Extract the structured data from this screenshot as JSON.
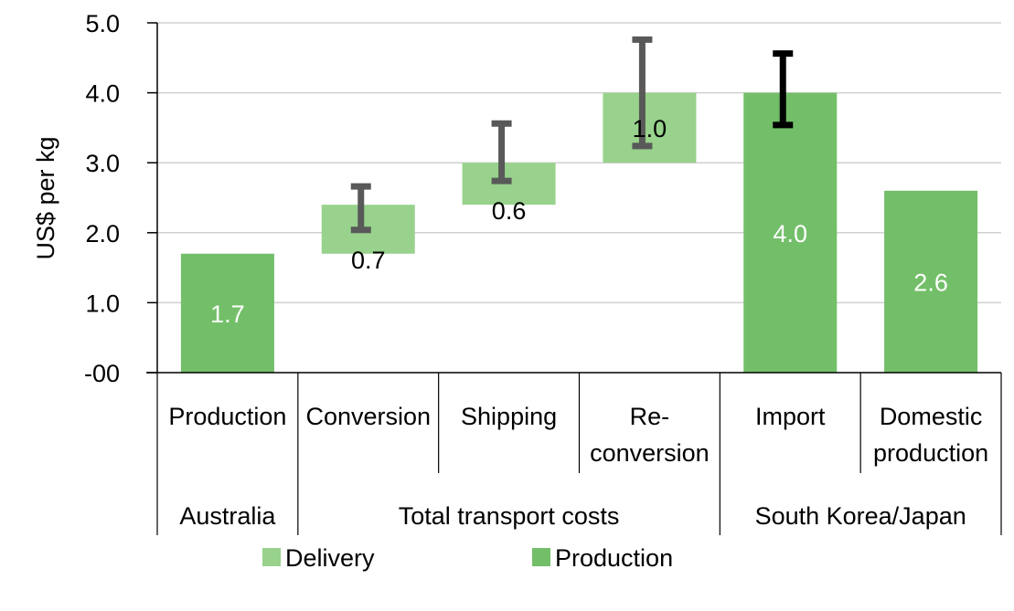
{
  "chart_data": {
    "type": "bar",
    "subtype": "waterfall-stacked",
    "title": "",
    "xlabel": "",
    "ylabel": "US$ per kg",
    "ylim": [
      0,
      5.0
    ],
    "yticks": [
      0,
      1.0,
      2.0,
      3.0,
      4.0,
      5.0
    ],
    "ytick_labels": [
      "-00",
      "1.0",
      "2.0",
      "3.0",
      "4.0",
      "5.0"
    ],
    "grid": true,
    "categories": [
      "Production",
      "Conversion",
      "Shipping",
      "Re-\nconversion",
      "Import",
      "Domestic\nproduction"
    ],
    "groups": [
      {
        "label": "Australia",
        "span": 1
      },
      {
        "label": "Total transport costs",
        "span": 3
      },
      {
        "label": "South Korea/Japan",
        "span": 2
      }
    ],
    "bars": [
      {
        "category": "Production",
        "series": "Production",
        "base": 0,
        "value": 1.7,
        "label": "1.7",
        "label_pos": "inside",
        "error": null
      },
      {
        "category": "Conversion",
        "series": "Delivery",
        "base": 1.7,
        "value": 0.7,
        "label": "0.7",
        "label_pos": "below-top",
        "error": [
          2.0,
          2.7
        ]
      },
      {
        "category": "Shipping",
        "series": "Delivery",
        "base": 2.4,
        "value": 0.6,
        "label": "0.6",
        "label_pos": "below-top",
        "error": [
          2.7,
          3.6
        ]
      },
      {
        "category": "Re-conversion",
        "series": "Delivery",
        "base": 3.0,
        "value": 1.0,
        "label": "1.0",
        "label_pos": "inside",
        "error": [
          3.2,
          4.8
        ]
      },
      {
        "category": "Import",
        "series": "Production",
        "base": 0,
        "value": 4.0,
        "label": "4.0",
        "label_pos": "inside",
        "error": [
          3.5,
          4.6
        ]
      },
      {
        "category": "Domestic production",
        "series": "Production",
        "base": 0,
        "value": 2.6,
        "label": "2.6",
        "label_pos": "inside",
        "error": null
      }
    ],
    "legend": {
      "position": "bottom",
      "entries": [
        {
          "name": "Delivery",
          "color": "#98d28c"
        },
        {
          "name": "Production",
          "color": "#73bf69"
        }
      ]
    },
    "colors": {
      "Delivery": "#98d28c",
      "Production": "#73bf69",
      "error_delivery": "#595959",
      "error_import": "#000000",
      "grid": "#d0d0d0"
    }
  }
}
